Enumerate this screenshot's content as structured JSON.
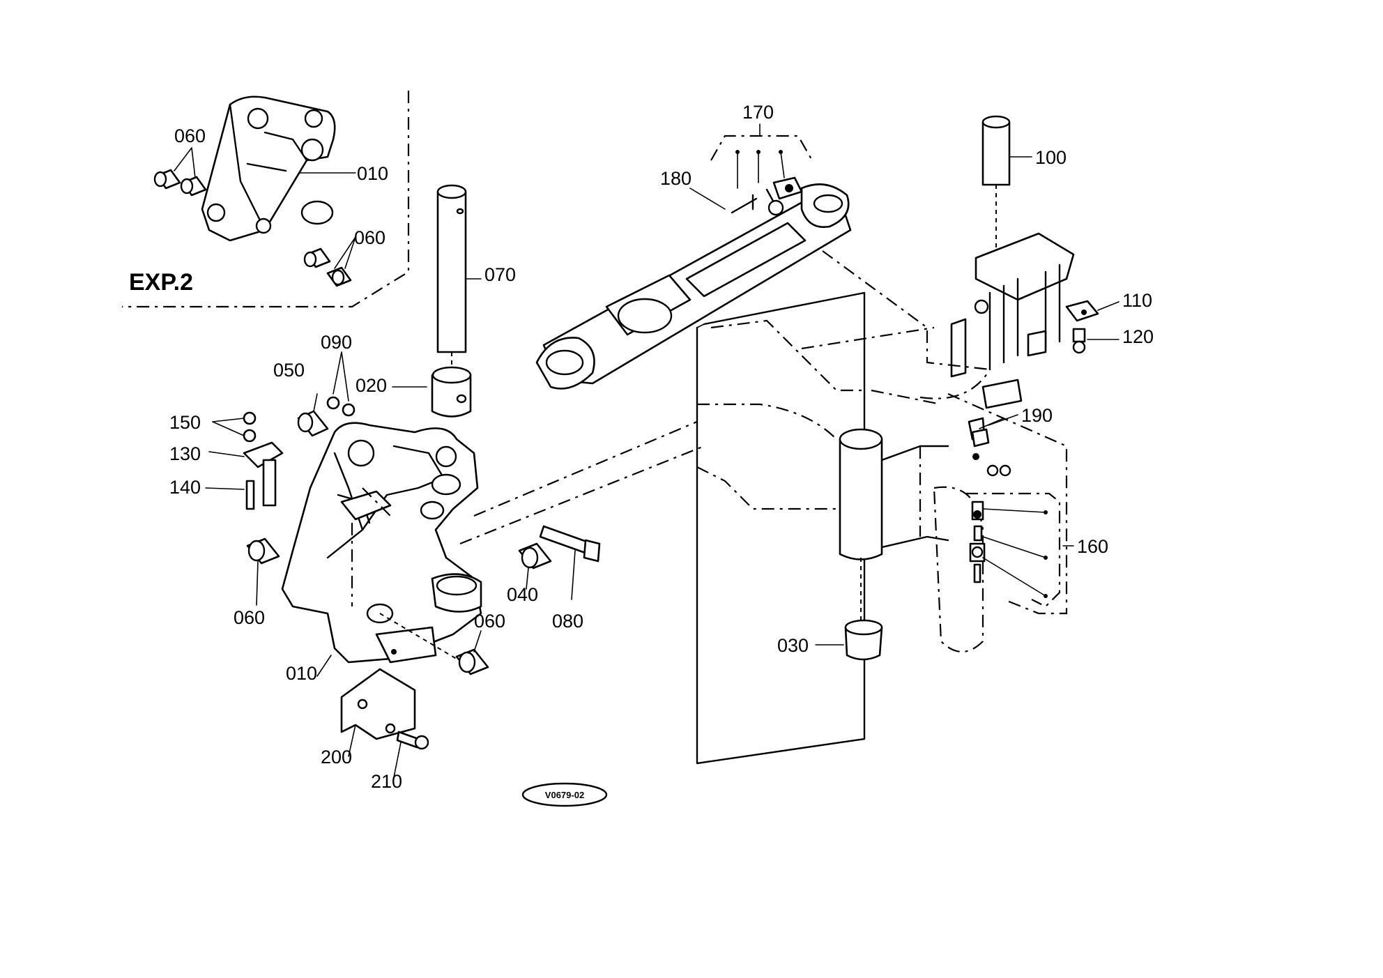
{
  "diagram": {
    "inset_title": "EXP.2",
    "figure_code": "V0679-02",
    "inset_labels": [
      "060",
      "010",
      "060"
    ],
    "labels": {
      "l170": "170",
      "l180": "180",
      "l100": "100",
      "l070": "070",
      "l110": "110",
      "l120": "120",
      "l090": "090",
      "l050": "050",
      "l020": "020",
      "l150": "150",
      "l130": "130",
      "l140": "140",
      "l190": "190",
      "l160": "160",
      "l060a": "060",
      "l040": "040",
      "l080": "080",
      "l060b": "060",
      "l010": "010",
      "l030": "030",
      "l200": "200",
      "l210": "210"
    }
  }
}
